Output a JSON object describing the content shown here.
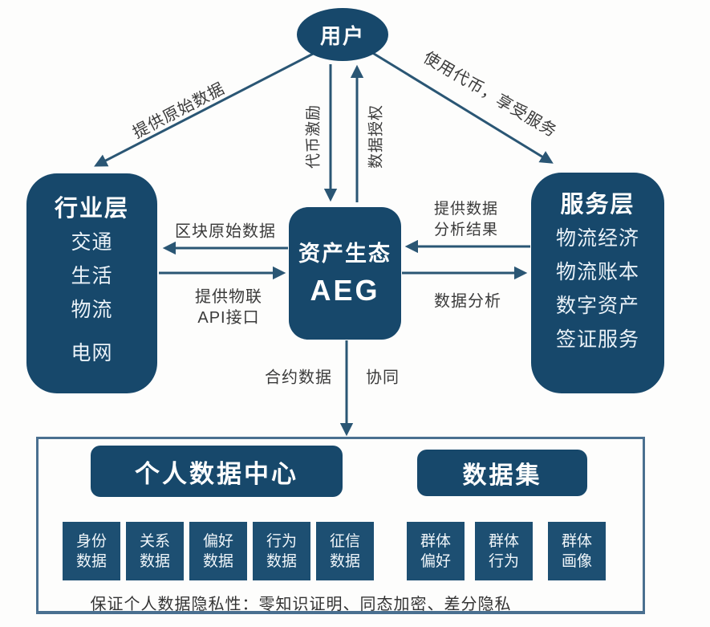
{
  "user": {
    "label": "用户"
  },
  "industry": {
    "title": "行业层",
    "items": [
      "交通",
      "生活",
      "物流",
      "电网"
    ]
  },
  "aeg": {
    "line1": "资产生态",
    "line2": "AEG"
  },
  "service": {
    "title": "服务层",
    "items": [
      "物流经济",
      "物流账本",
      "数字资产",
      "签证服务"
    ]
  },
  "edges": {
    "provide_raw": "提供原始数据",
    "use_token": "使用代币，享受服务",
    "token_incentive": "代币激励",
    "data_auth": "数据授权",
    "block_raw": "区块原始数据",
    "iot_l1": "提供物联",
    "iot_l2": "API接口",
    "result_l1": "提供数据",
    "result_l2": "分析结果",
    "data_analysis": "数据分析",
    "contract": "合约数据",
    "collab": "协同"
  },
  "bottom": {
    "pdc_title": "个人数据中心",
    "dataset_title": "数据集",
    "personal_items": [
      {
        "l1": "身份",
        "l2": "数据"
      },
      {
        "l1": "关系",
        "l2": "数据"
      },
      {
        "l1": "偏好",
        "l2": "数据"
      },
      {
        "l1": "行为",
        "l2": "数据"
      },
      {
        "l1": "征信",
        "l2": "数据"
      }
    ],
    "dataset_items": [
      {
        "l1": "群体",
        "l2": "偏好"
      },
      {
        "l1": "群体",
        "l2": "行为"
      },
      {
        "l1": "群体",
        "l2": "画像"
      }
    ],
    "privacy_note": "保证个人数据隐私性：零知识证明、同态加密、差分隐私"
  },
  "colors": {
    "node_fill": "#17486b",
    "small_box_fill": "#1d4f72",
    "arrow_line": "#2a5674",
    "label_text": "#3a3a3a",
    "container_border": "#4a7090"
  }
}
